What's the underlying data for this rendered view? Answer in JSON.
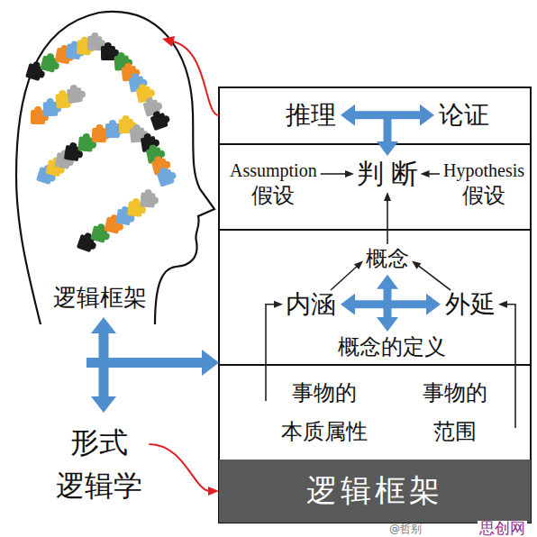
{
  "diagram": {
    "nodes": [
      {
        "text": [
          "逻辑框架"
        ]
      },
      {
        "text": [
          "形式 逻辑学"
        ]
      },
      {
        "text": [
          "推理"
        ]
      },
      {
        "text": [
          "论证"
        ]
      },
      {
        "text": [
          "判 断"
        ]
      },
      {
        "text": [
          "Assumption",
          "假设"
        ]
      },
      {
        "text": [
          "Hypothesis",
          "假设"
        ]
      },
      {
        "text": [
          "概念"
        ]
      },
      {
        "text": [
          "内涵"
        ]
      },
      {
        "text": [
          "外延"
        ]
      },
      {
        "text": [
          "概念的定义"
        ]
      },
      {
        "text": [
          "事物的 本质属性"
        ]
      },
      {
        "text": [
          "事物的 范围"
        ]
      },
      {
        "text": [
          "逻辑框架"
        ]
      }
    ],
    "edges": [
      {
        "from": 2,
        "to": 3,
        "arrow": "both"
      },
      {
        "from": 5,
        "to": 4,
        "arrow": "to"
      },
      {
        "from": 6,
        "to": 4,
        "arrow": "to"
      },
      {
        "from": 7,
        "to": 4,
        "arrow": "to"
      },
      {
        "from": 8,
        "to": 7,
        "arrow": "to"
      },
      {
        "from": 9,
        "to": 7,
        "arrow": "to"
      },
      {
        "from": 8,
        "to": 9,
        "arrow": "both"
      },
      {
        "from": 7,
        "to": 10,
        "arrow": "both"
      },
      {
        "from": 11,
        "to": 8,
        "arrow": "to"
      },
      {
        "from": 12,
        "to": 9,
        "arrow": "to"
      },
      {
        "from": 1,
        "to": 13,
        "arrow": "to"
      }
    ],
    "labels": [
      "@哲别",
      "思创网"
    ]
  }
}
